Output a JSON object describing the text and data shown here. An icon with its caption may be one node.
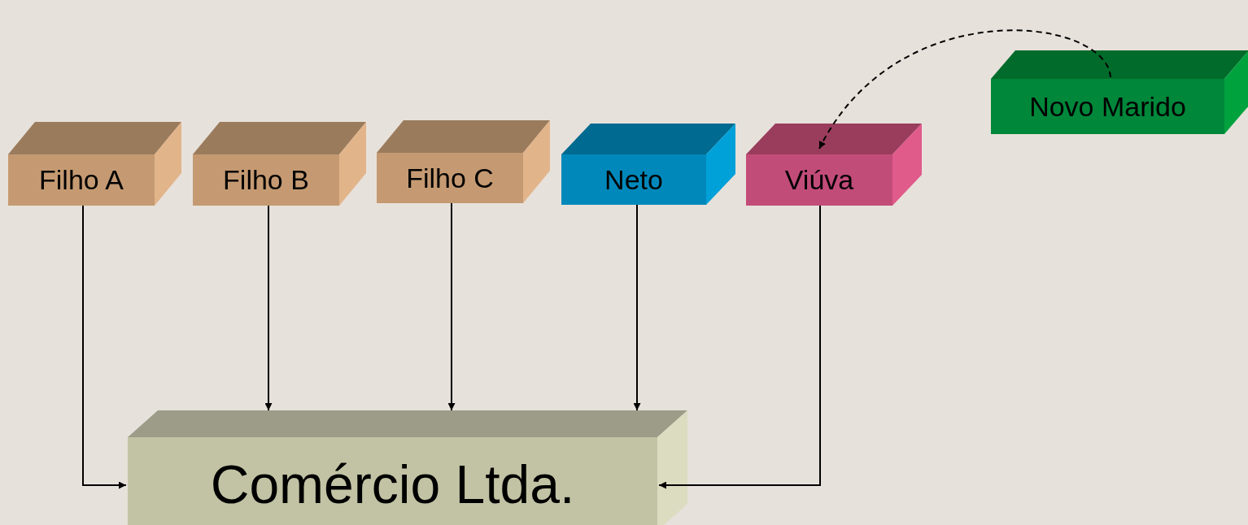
{
  "diagram": {
    "nodes": [
      {
        "text": [
          "Filho A"
        ]
      },
      {
        "text": [
          "Filho B"
        ]
      },
      {
        "text": [
          "Filho C"
        ]
      },
      {
        "text": [
          "Neto"
        ]
      },
      {
        "text": [
          "Viúva"
        ]
      },
      {
        "text": [
          "Novo Marido"
        ]
      },
      {
        "text": [
          "Comércio Ltda."
        ]
      }
    ],
    "edges": [
      {
        "from": 0,
        "to": 6,
        "arrow": "to"
      },
      {
        "from": 1,
        "to": 6,
        "arrow": "to"
      },
      {
        "from": 2,
        "to": 6,
        "arrow": "to"
      },
      {
        "from": 3,
        "to": 6,
        "arrow": "to"
      },
      {
        "from": 4,
        "to": 6,
        "arrow": "to"
      },
      {
        "from": 5,
        "to": 4,
        "arrow": "to",
        "style": "dashed"
      }
    ]
  }
}
